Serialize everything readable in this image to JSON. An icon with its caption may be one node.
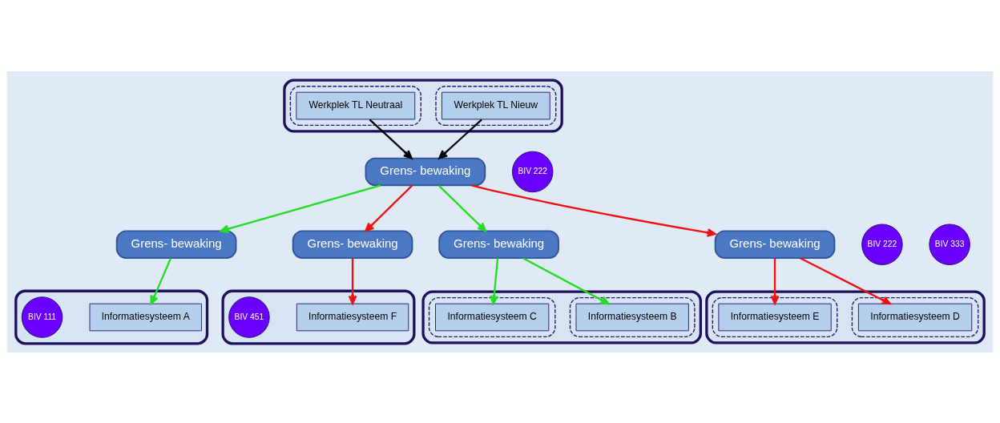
{
  "diagram": {
    "nodes": [
      {
        "text": [],
        "shape": "box"
      },
      {
        "text": [
          "Informatiesysteem A"
        ],
        "in": 0
      },
      {
        "text": [
          "BIV 111"
        ],
        "in": 0
      },
      {
        "text": [
          "Grens- bewaking"
        ]
      },
      {
        "text": [],
        "shape": "box"
      },
      {
        "text": [],
        "shape": "box",
        "in": 4
      },
      {
        "text": [
          "Werkplek TL Nieuw"
        ],
        "in": 5
      },
      {
        "text": [],
        "shape": "box",
        "in": 4
      },
      {
        "text": [
          "Werkplek TL Neutraal"
        ],
        "in": 7
      },
      {
        "text": [
          "Grens- bewaking"
        ]
      },
      {
        "text": [
          "BIV 222"
        ]
      },
      {
        "text": [],
        "shape": "box"
      },
      {
        "text": [
          "Informatiesysteem F"
        ],
        "in": 11
      },
      {
        "text": [
          "BIV 451"
        ],
        "in": 11
      },
      {
        "text": [
          "Grens- bewaking"
        ]
      },
      {
        "text": [],
        "shape": "box"
      },
      {
        "text": [],
        "shape": "box",
        "in": 15
      },
      {
        "text": [
          "Informatiesysteem B"
        ],
        "in": 16
      },
      {
        "text": [],
        "shape": "box",
        "in": 15
      },
      {
        "text": [
          "Informatiesysteem C"
        ],
        "in": 18
      },
      {
        "text": [
          "Grens- bewaking"
        ]
      },
      {
        "text": [
          "BIV 222"
        ]
      },
      {
        "text": [],
        "shape": "box"
      },
      {
        "text": [],
        "shape": "box",
        "in": 22
      },
      {
        "text": [
          "Informatiesysteem D"
        ],
        "in": 23
      },
      {
        "text": [],
        "shape": "box",
        "in": 22
      },
      {
        "text": [
          "Informatiesysteem E"
        ],
        "in": 25
      },
      {
        "text": [
          "Grens- bewaking"
        ]
      },
      {
        "text": [
          "BIV 333"
        ]
      }
    ],
    "edges": [
      {
        "from": 3,
        "to": 1,
        "arrow": "to",
        "color": "#22dd22"
      },
      {
        "from": 6,
        "to": 9,
        "arrow": "to",
        "color": "#000000"
      },
      {
        "from": 8,
        "to": 9,
        "arrow": "to",
        "color": "#000000"
      },
      {
        "from": 9,
        "to": 3,
        "arrow": "to",
        "color": "#22dd22"
      },
      {
        "from": 9,
        "to": 14,
        "arrow": "to",
        "color": "#ee1111"
      },
      {
        "from": 9,
        "to": 20,
        "arrow": "to",
        "color": "#22dd22"
      },
      {
        "from": 9,
        "to": 27,
        "arrow": "to",
        "color": "#ee1111"
      },
      {
        "from": 14,
        "to": 12,
        "arrow": "to",
        "color": "#ee1111"
      },
      {
        "from": 20,
        "to": 17,
        "arrow": "to",
        "color": "#22dd22"
      },
      {
        "from": 20,
        "to": 19,
        "arrow": "to",
        "color": "#22dd22"
      },
      {
        "from": 27,
        "to": 24,
        "arrow": "to",
        "color": "#ee1111"
      },
      {
        "from": 27,
        "to": 26,
        "arrow": "to",
        "color": "#ee1111"
      }
    ]
  }
}
